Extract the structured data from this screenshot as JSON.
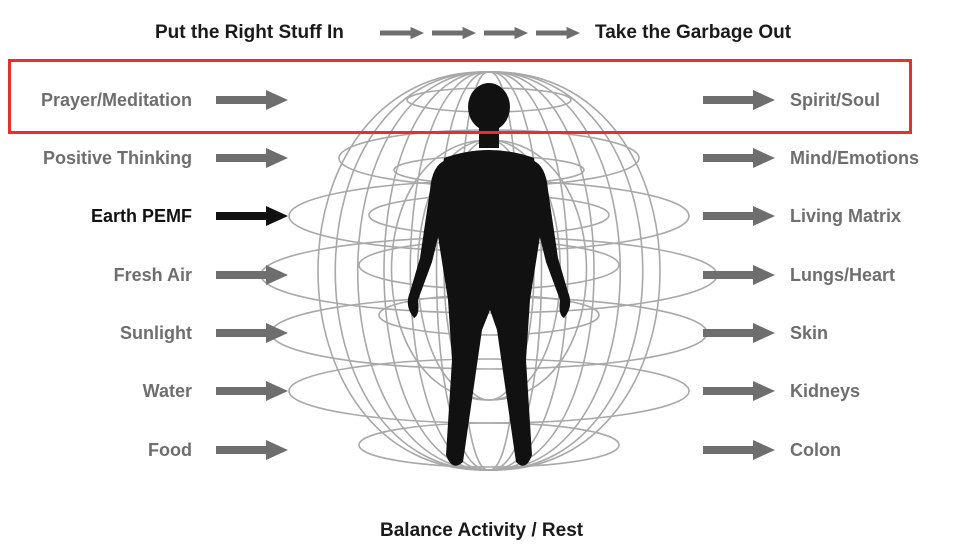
{
  "header": {
    "left_label": "Put the Right Stuff In",
    "right_label": "Take the Garbage Out",
    "arrow_count": 4
  },
  "footer": {
    "label": "Balance Activity / Rest"
  },
  "inputs": [
    {
      "label": "Prayer/Meditation",
      "color": "#6e6e6e",
      "arrow": "#6e6e6e"
    },
    {
      "label": "Positive Thinking",
      "color": "#6e6e6e",
      "arrow": "#6e6e6e"
    },
    {
      "label": "Earth PEMF",
      "color": "#111111",
      "arrow": "#111111"
    },
    {
      "label": "Fresh Air",
      "color": "#6e6e6e",
      "arrow": "#6e6e6e"
    },
    {
      "label": "Sunlight",
      "color": "#6e6e6e",
      "arrow": "#6e6e6e"
    },
    {
      "label": "Water",
      "color": "#6e6e6e",
      "arrow": "#6e6e6e"
    },
    {
      "label": "Food",
      "color": "#6e6e6e",
      "arrow": "#6e6e6e"
    }
  ],
  "outputs": [
    {
      "label": "Spirit/Soul"
    },
    {
      "label": "Mind/Emotions"
    },
    {
      "label": "Living Matrix"
    },
    {
      "label": "Lungs/Heart"
    },
    {
      "label": "Skin"
    },
    {
      "label": "Kidneys"
    },
    {
      "label": "Colon"
    }
  ],
  "highlight_color": "#e8302a",
  "field_color": "#a8a8a8",
  "figure_color": "#111111"
}
